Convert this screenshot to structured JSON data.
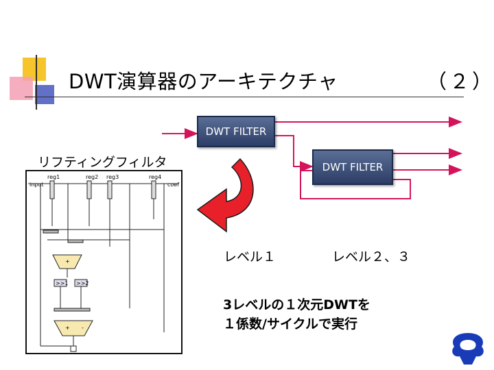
{
  "slide": {
    "title": "DWT演算器のアーキテクチャ",
    "title_number": "（２）",
    "filter1_label": "DWT  FILTER",
    "filter2_label": "DWT  FILTER",
    "lifting_label": "リフティングフィルタ",
    "level1_label": "レベル１",
    "level23_label": "レベル２、３",
    "summary_line1": "3レベルの１次元DWTを",
    "summary_line2": "１係数/サイクルで実行"
  },
  "circuit": {
    "input_label": "input",
    "coef_label": "coef",
    "regs": [
      "reg1",
      "reg2",
      "reg3",
      "reg4"
    ],
    "adder1_sign": "+",
    "shift1": ">>1",
    "shift2": ">>2",
    "adder2_sign1": "+",
    "adder2_sign2": "-"
  },
  "colors": {
    "accent_red": "#d4145a",
    "logo_blue": "#1a3bb8",
    "square_yellow": "#f6c52b",
    "square_blue": "#6270c8"
  }
}
